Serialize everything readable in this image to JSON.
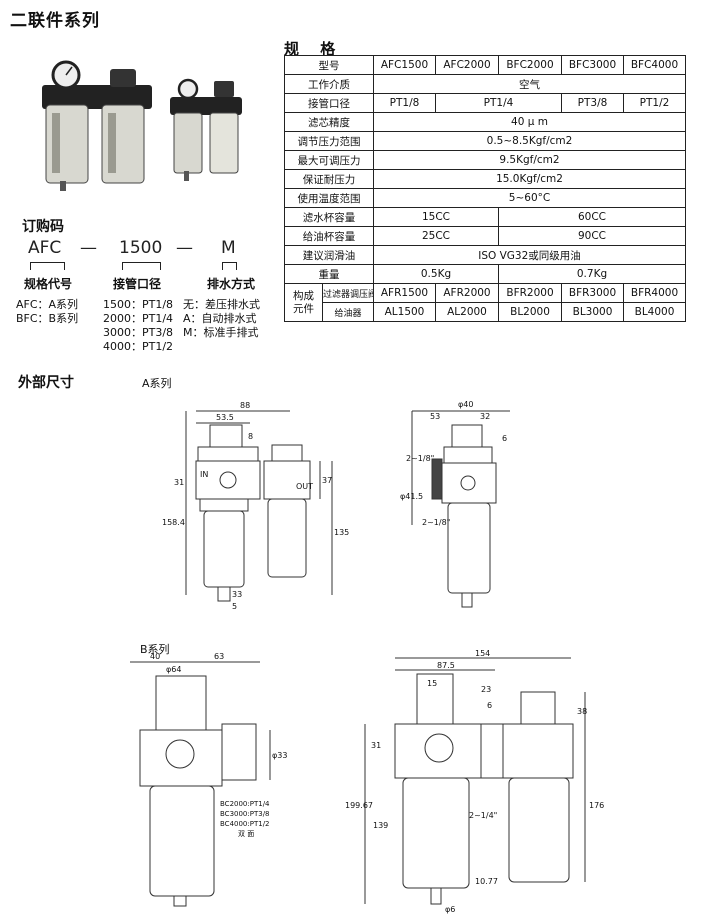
{
  "header": {
    "title": "二联件系列"
  },
  "spec": {
    "title": "规 格",
    "model_label": "型号",
    "models": [
      "AFC1500",
      "AFC2000",
      "BFC2000",
      "BFC3000",
      "BFC4000"
    ],
    "rows": {
      "medium": {
        "label": "工作介质",
        "value": "空气"
      },
      "port": {
        "label": "接管口径",
        "v1": "PT1/8",
        "v2": "PT1/4",
        "v3": "PT3/8",
        "v4": "PT1/2"
      },
      "filter": {
        "label": "滤芯精度",
        "value": "40 μ m"
      },
      "pressure_range": {
        "label": "调节压力范围",
        "value": "0.5~8.5Kgf/cm2"
      },
      "max_pressure": {
        "label": "最大可调压力",
        "value": "9.5Kgf/cm2"
      },
      "proof_pressure": {
        "label": "保证耐压力",
        "value": "15.0Kgf/cm2"
      },
      "temp": {
        "label": "使用温度范围",
        "value": "5~60°C"
      },
      "water_cup": {
        "label": "滤水杯容量",
        "v1": "15CC",
        "v2": "60CC"
      },
      "oil_cup": {
        "label": "给油杯容量",
        "v1": "25CC",
        "v2": "90CC"
      },
      "oil": {
        "label": "建议润滑油",
        "value": "ISO VG32或同级用油"
      },
      "weight": {
        "label": "重量",
        "v1": "0.5Kg",
        "v2": "0.7Kg"
      },
      "components": {
        "label_line1": "构成",
        "label_line2": "元件",
        "regulator_label": "过滤器调压阀",
        "regulators": [
          "AFR1500",
          "AFR2000",
          "BFR2000",
          "BFR3000",
          "BFR4000"
        ],
        "lubricator_label": "给油器",
        "lubricators": [
          "AL1500",
          "AL2000",
          "BL2000",
          "BL3000",
          "BL4000"
        ]
      }
    }
  },
  "order": {
    "title": "订购码",
    "code_1": "AFC",
    "dash_1": "—",
    "code_2": "1500",
    "dash_2": "—",
    "code_3": "M",
    "head_1": "规格代号",
    "head_2": "接管口径",
    "head_3": "排水方式",
    "series": [
      "AFC：A系列",
      "BFC：B系列"
    ],
    "ports": [
      "1500：PT1/8",
      "2000：PT1/4",
      "3000：PT3/8",
      "4000：PT1/2"
    ],
    "drains": [
      "无：差压排水式",
      "A：自动排水式",
      "M：标准手排式"
    ]
  },
  "dimensions": {
    "title": "外部尺寸",
    "a_series": "A系列",
    "b_series": "B系列",
    "a_front": {
      "d88": "88",
      "d53_5": "53.5",
      "d8": "8",
      "d37": "37",
      "d31": "31",
      "d158_4": "158.4",
      "d135": "135",
      "d33": "33",
      "d5": "5",
      "in_label": "IN",
      "out_label": "OUT"
    },
    "a_side": {
      "d40": "φ40",
      "d53": "53",
      "d32": "32",
      "d6": "6",
      "d41_5": "φ41.5",
      "thread1": "2~1/8\"",
      "thread2": "2~1/8\""
    },
    "b_front": {
      "d40": "40",
      "d63": "63",
      "d64": "φ64",
      "d33": "φ33",
      "ports": [
        "BC2000:PT1/4",
        "BC3000:PT3/8",
        "BC4000:PT1/2"
      ],
      "note": "双 面"
    },
    "b_side": {
      "d154": "154",
      "d87_5": "87.5",
      "d15": "15",
      "d23": "23",
      "d6": "6",
      "d38": "38",
      "d31": "31",
      "d199_67": "199.67",
      "d139": "139",
      "d176": "176",
      "d10_77": "10.77",
      "d6b": "φ6",
      "thread": "2~1/4\""
    }
  },
  "colors": {
    "ink": "#111111",
    "line": "#222222",
    "drawing": "#333333"
  }
}
